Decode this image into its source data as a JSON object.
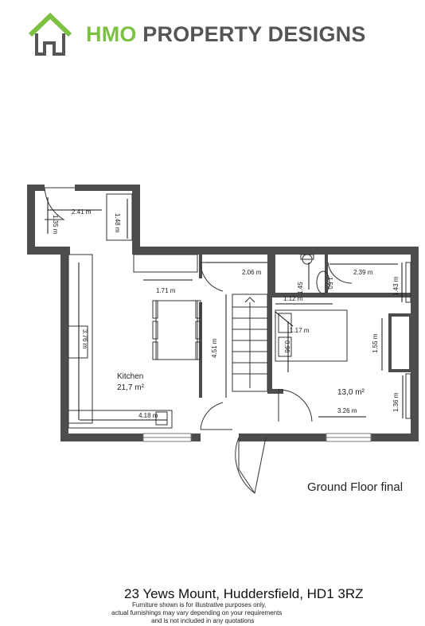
{
  "brand": {
    "name_part1": "HMO",
    "name_part2": "PROPERTY DESIGNS",
    "logo_icon": "house-icon",
    "colors": {
      "green": "#7dc143",
      "grey": "#555555",
      "wall": "#4d4d4d"
    }
  },
  "plan": {
    "floor_title": "Ground Floor final",
    "rooms": {
      "kitchen": {
        "name": "Kitchen",
        "area": "21,7 m²"
      },
      "bedroom": {
        "area": "13,0 m²"
      }
    },
    "dimensions": {
      "d241": "2.41 m",
      "d135": "1.35 m",
      "d148": "1.48 m",
      "d171": "1.71 m",
      "d376": "3.76 m",
      "d451": "4.51 m",
      "d418": "4.18 m",
      "d206": "2.06 m",
      "d145": "1.45",
      "d150": "1.50",
      "d239": "2.39 m",
      "d143": "1.43 m",
      "d112": "1.12 m",
      "d117": "1.17 m",
      "d096": "0.96",
      "d155": "1.55 m",
      "d136": "1.36 m",
      "d326": "3.26 m"
    }
  },
  "footer": {
    "address": "23 Yews Mount, Huddersfield, HD1 3RZ",
    "disclaimer_1": "Furniture shown is for illustrative purposes only,",
    "disclaimer_2": "actual furnishings may vary depending on your requirements",
    "disclaimer_3": "and is not included in any quotations"
  }
}
